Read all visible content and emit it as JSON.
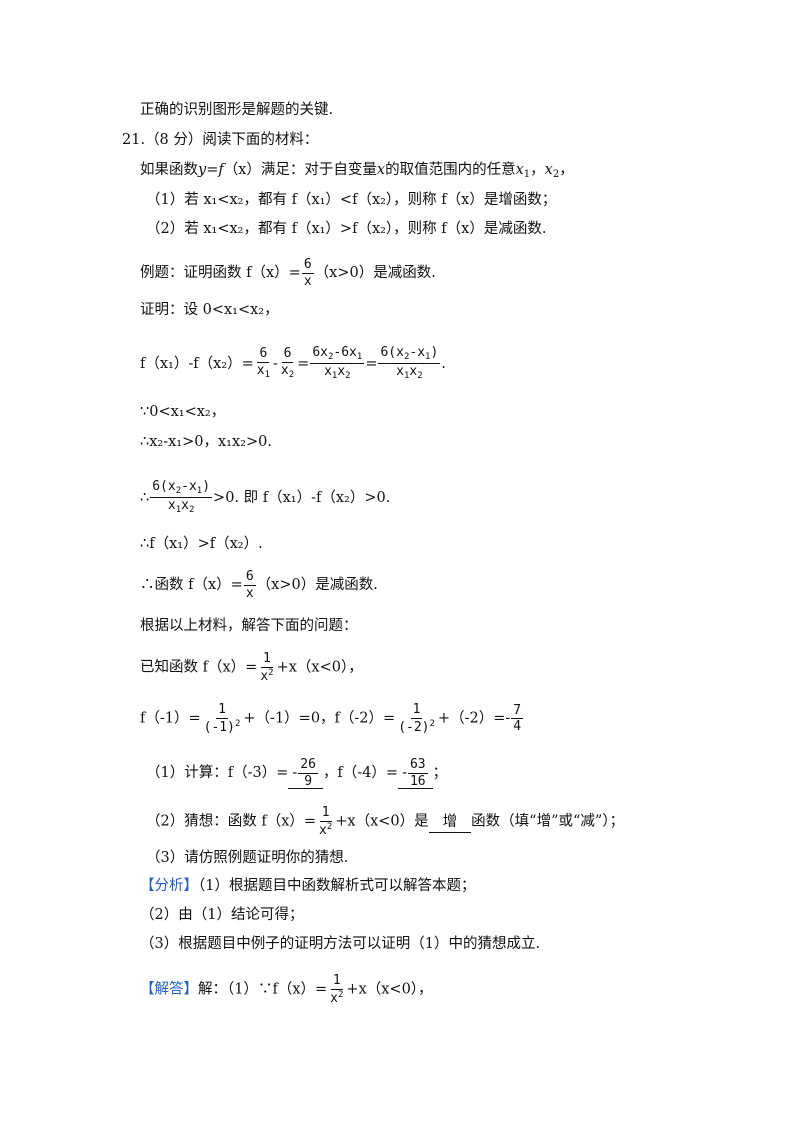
{
  "lines": {
    "l1": "正确的识别图形是解题的关键.",
    "q_num": "21.",
    "q_head": "（8 分）阅读下面的材料：",
    "def_a": "如果函数",
    "def_y": "y",
    "def_eq": "=",
    "def_f": "f",
    "def_x": "（x）",
    "def_b": "满足：对于自变量",
    "def_var": "x",
    "def_c": "的取值范围内的任意",
    "def_x1": "x",
    "def_x1s": "1",
    "def_sep": "，",
    "def_x2": "x",
    "def_x2s": "2",
    "def_end": "，",
    "c1": "（1）若 x₁<x₂，都有 f（x₁）<f（x₂），则称 f（x）是增函数；",
    "c2": "（2）若 x₁<x₂，都有 f（x₁）>f（x₂），则称 f（x）是减函数.",
    "ex_a": "例题：证明函数 f（x）=",
    "ex_num": "6",
    "ex_den": "x",
    "ex_b": "（x>0）是减函数.",
    "pf1": "证明：设 0<x₁<x₂，",
    "pf2_a": "f（x₁）-f（x₂）=",
    "f_6": "6",
    "f_x1": "x",
    "f_1": "1",
    "pf2_minus": "-",
    "f_6b": "6",
    "f_x2": "x",
    "f_2": "2",
    "pf2_eq": "=",
    "f_num3": "6x",
    "f_num3b": "-6x",
    "f_den": "x",
    "pf2_eq2": "=",
    "f_num4": "6(x",
    "f_num4b": "-x",
    "f_num4c": ")",
    "pf2_end": ".",
    "since": "∵0<x₁<x₂，",
    "hence1": "∴x₂-x₁>0，x₁x₂>0.",
    "hence2_a": "∴",
    "hence2_b": ">0. 即 f（x₁）-f（x₂）>0.",
    "hence3": "∴f（x₁）>f（x₂）.",
    "hence4_a": "∴函数 f（x）=",
    "hence4_b": "（x>0）是减函数.",
    "task": "根据以上材料，解答下面的问题：",
    "known_a": "已知函数 f（x）=",
    "one": "1",
    "known_b": "+x（x<0），",
    "calc_a": "f（-1）=",
    "calc_den1": "(-1)",
    "calc_b": "+（-1）=0，f（-2）=",
    "calc_den2": "(-2)",
    "calc_c": "+（-2）=-",
    "seven": "7",
    "four": "4",
    "q1_a": "（1）计算：f（-3）=",
    "q1_ans1_s": "-",
    "q1_n1": "26",
    "q1_d1": "9",
    "q1_b": "，f（-4）=",
    "q1_ans2_s": "-",
    "q1_n2": "63",
    "q1_d2": "16",
    "q1_c": "；",
    "q2_a": "（2）猜想：函数 f（x）=",
    "q2_b": "+x（x<0）是",
    "q2_ans": "增",
    "q2_c": "函数（填“增”或“减”）；",
    "q3": "（3）请仿照例题证明你的猜想.",
    "an_tag": "【分析】",
    "an1": "（1）根据题目中函数解析式可以解答本题；",
    "an2": "（2）由（1）结论可得；",
    "an3": "（3）根据题目中例子的证明方法可以证明（1）中的猜想成立.",
    "sol_tag": "【解答】",
    "sol_a": "解：（1）∵f（x）=",
    "sol_b": "+x（x<0），"
  },
  "colors": {
    "tag": "#1f5fd1",
    "text": "#111111"
  }
}
